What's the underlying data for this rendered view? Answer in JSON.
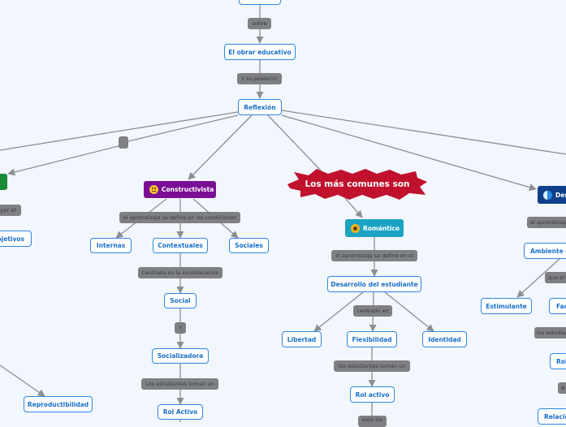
{
  "canvas": {
    "background": "#f2f6fd"
  },
  "colors": {
    "node_border": "#2b87e3",
    "node_text": "#1a6fc9",
    "label_bg": "#7f8083",
    "edge": "#8c8e92",
    "constructivista": "#7a0f96",
    "romantico": "#1ba3c4",
    "desarrollista": "#0f3f8a",
    "conductista": "#1a8a37",
    "burst": "#c0112d"
  },
  "top": {
    "label_sobre": "sobre",
    "node_obrar": "El obrar educativo",
    "label_posterior": "Y su posterior",
    "node_reflexion": "Reflexión",
    "burst": "Los más comunes son"
  },
  "left": {
    "label_por_el": "por el",
    "node_objetivos": "Objetivos",
    "node_reproductibilidad": "Reproductibilidad"
  },
  "constructivista": {
    "title": "Constructivista",
    "icon": "thinking-face-icon",
    "label_condiciones": "el aprendizaje se define en las condiciones",
    "node_internas": "Internas",
    "node_contextuales": "Contextuales",
    "node_sociales": "Sociales",
    "label_consideracion": "Centrada en la consideración",
    "node_social": "Social",
    "label_y": "Y",
    "node_socializadora": "Socializadora",
    "label_toman": "Los estudiantes toman un",
    "node_rol": "Rol Activo"
  },
  "romantico": {
    "title": "Romántico",
    "icon": "sunflower-icon",
    "label_define": "el aprendizaje se define en el",
    "node_desarrollo": "Desarrollo del estudiante",
    "label_centrado": "centrado en",
    "node_libertad": "Libertad",
    "node_flexibilidad": "Flexibilidad",
    "node_identidad": "Identidad",
    "label_toman": "los estudiantes toman un",
    "node_rol": "Rol activo",
    "label_ante": "ante los"
  },
  "desarrollista": {
    "title": "Desarrollista",
    "icon": "globe-icon",
    "label_aprendizaje": "el aprendizaje",
    "node_ambiente": "Ambiente de",
    "label_que": "que pr",
    "node_estimulante": "Estimulante",
    "node_fac": "Fac",
    "label_estudiantes": "los estudiantes",
    "node_rol": "Rol",
    "label_a": "A",
    "node_relacion": "Relación"
  }
}
